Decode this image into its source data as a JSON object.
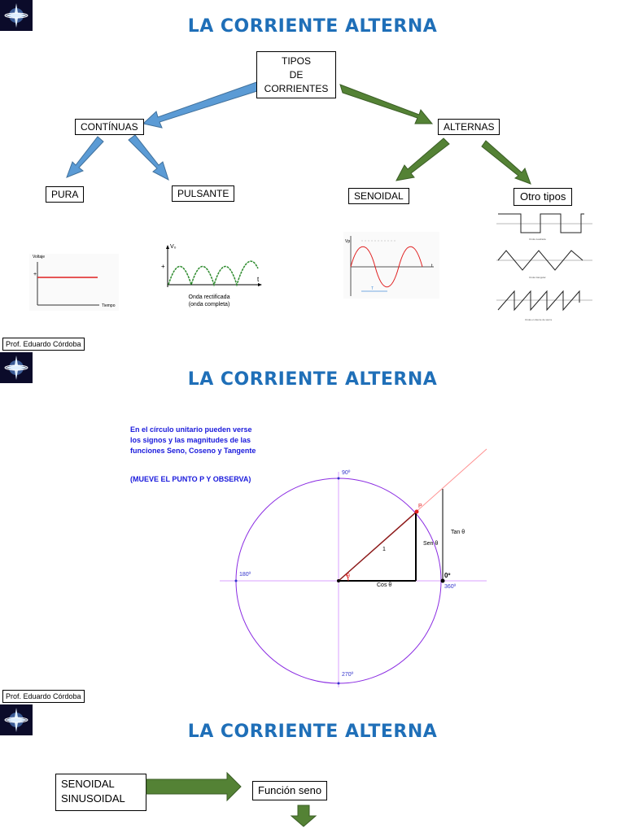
{
  "slide1": {
    "title": "LA CORRIENTE ALTERNA",
    "root": [
      "TIPOS",
      "DE",
      "CORRIENTES"
    ],
    "continuas": "CONTÍNUAS",
    "alternas": "ALTERNAS",
    "pura": "PURA",
    "pulsante": "PULSANTE",
    "senoidal": "SENOIDAL",
    "otros": "Otro tipos",
    "dc_graph": {
      "y_label": "Voltaje",
      "x_label": "Tiempo",
      "plus": "+"
    },
    "rect_graph": {
      "y_label": "V₀",
      "x_label": "t",
      "plus": "+",
      "caption": [
        "Onda rectificada",
        "(onda completa)"
      ]
    },
    "sine_graph": {
      "y_label": "Vp",
      "x_label": "t",
      "period": "T"
    },
    "other_graph": {
      "caps": [
        "Onda cuadrada",
        "Onda triangular",
        "Onda en diente de sierra"
      ]
    },
    "author": "Prof. Eduardo Córdoba"
  },
  "slide2": {
    "title": "LA CORRIENTE ALTERNA",
    "description": [
      "En el círculo unitario pueden verse",
      "los signos y las magnitudes de las",
      "funciones Seno, Coseno y Tangente"
    ],
    "instruction": "(MUEVE EL PUNTO P Y OBSERVA)",
    "labels": {
      "a90": "90º",
      "a180": "180º",
      "a0": "0º",
      "a360": "360º",
      "a270": "270º",
      "p": "P",
      "one": "1",
      "sen": "Sen θ",
      "tan": "Tan θ",
      "cos": "Cos θ",
      "theta": "θ"
    },
    "author": "Prof. Eduardo Córdoba"
  },
  "slide3": {
    "title": "LA CORRIENTE ALTERNA",
    "left_box": [
      "SENOIDAL",
      "SINUSOIDAL"
    ],
    "right_box": "Función seno"
  },
  "colors": {
    "title": "#1f6fb8",
    "blue_arrow": "#5b9bd5",
    "green_arrow": "#548235",
    "red": "#e02020",
    "circle": "#8a2be2"
  }
}
